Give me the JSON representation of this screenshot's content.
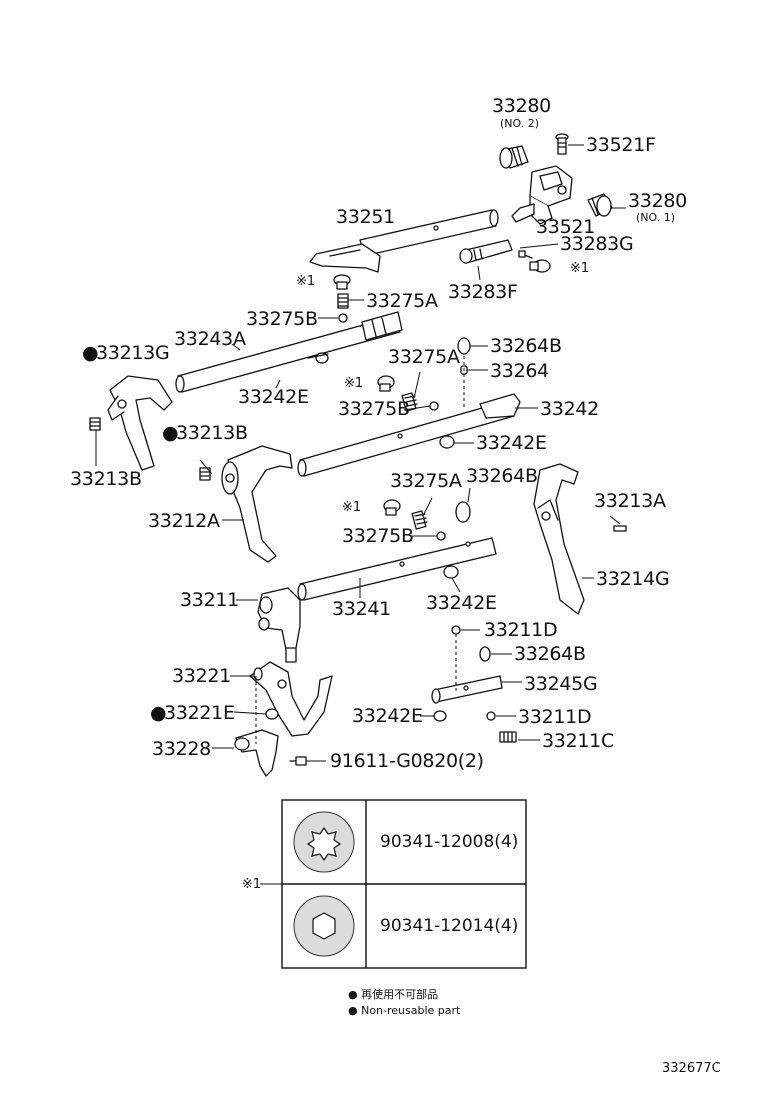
{
  "labels": {
    "p33280_no2": "33280",
    "p33280_no2_sub": "(NO. 2)",
    "p33521F": "33521F",
    "p33280_no1": "33280",
    "p33280_no1_sub": "(NO. 1)",
    "p33251": "33251",
    "p33521": "33521",
    "p33283G": "33283G",
    "p33283F": "33283F",
    "p33275A_1": "33275A",
    "p33275B_1": "33275B",
    "p33243A": "33243A",
    "p33213G": "33213G",
    "p33242E_1": "33242E",
    "p33264B_1": "33264B",
    "p33275A_2": "33275A",
    "p33264": "33264",
    "p33275B_2": "33275B",
    "p33242": "33242",
    "p33213B_1": "33213B",
    "p33213B_2": "33213B",
    "p33242E_2": "33242E",
    "p33212A": "33212A",
    "p33275A_3": "33275A",
    "p33264B_2": "33264B",
    "p33213A": "33213A",
    "p33275B_3": "33275B",
    "p33214G": "33214G",
    "p33211": "33211",
    "p33241": "33241",
    "p33242E_3": "33242E",
    "p33211D_1": "33211D",
    "p33264B_3": "33264B",
    "p33221": "33221",
    "p33245G": "33245G",
    "p33221E": "33221E",
    "p33242E_4": "33242E",
    "p33211D_2": "33211D",
    "p33228": "33228",
    "p33211C": "33211C",
    "p91611": "91611-G0820(2)"
  },
  "ref_marks": {
    "mark1": "※1",
    "mark2": "※1",
    "mark3": "※1",
    "mark4": "※1",
    "mark_table": "※1"
  },
  "non_reusable_marker": "●",
  "table": {
    "rows": [
      {
        "part": "90341-12008(4)",
        "icon": "torx-bolt-head-icon"
      },
      {
        "part": "90341-12014(4)",
        "icon": "hex-socket-bolt-head-icon"
      }
    ]
  },
  "legend": {
    "line1": "● 再使用不可部品",
    "line2": "● Non-reusable part"
  },
  "illustration_code": "332677C"
}
